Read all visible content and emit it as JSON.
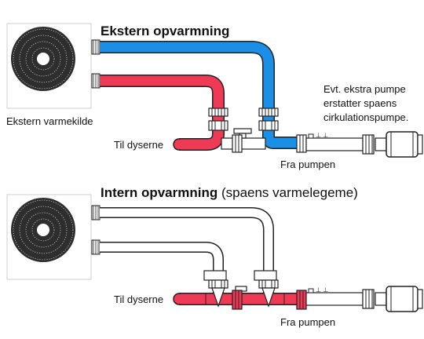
{
  "top": {
    "title": "Ekstern opvarmning",
    "heat_source_label": "Ekstern varmekilde",
    "to_jets_label": "Til dyserne",
    "from_pump_label": "Fra pumpen",
    "note": "Evt. ekstra pumpe\nerstatter spaens\ncirkulationspumpe."
  },
  "bottom": {
    "title": "Intern opvarmning",
    "title_suffix": " (spaens varmelegeme)",
    "to_jets_label": "Til dyserne",
    "from_pump_label": "Fra pumpen"
  },
  "colors": {
    "hot": "#ef3a55",
    "cold": "#1b8fe6",
    "outline": "#222222",
    "unit_border": "#cfcfcf",
    "fan": "#333333"
  },
  "icons": [
    "fan-icon",
    "valve-icon",
    "pump-icon",
    "heater-icon"
  ]
}
